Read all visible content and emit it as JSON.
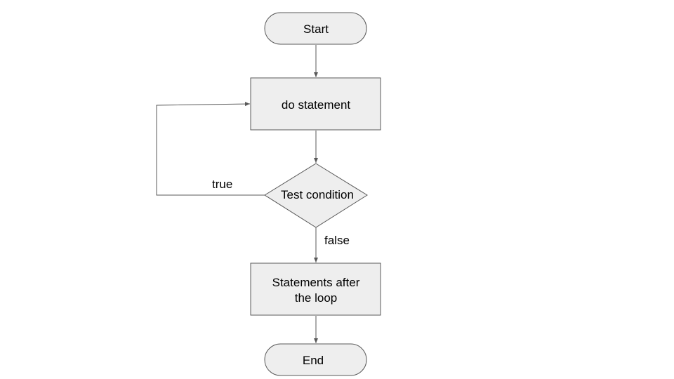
{
  "diagram": {
    "nodes": {
      "start": {
        "label": "Start"
      },
      "do_statement": {
        "label": "do statement"
      },
      "test_condition": {
        "label": "Test condition"
      },
      "after_loop": {
        "label_line1": "Statements after",
        "label_line2": "the loop"
      },
      "end": {
        "label": "End"
      }
    },
    "edges": {
      "true_label": "true",
      "false_label": "false"
    }
  },
  "colors": {
    "node_fill": "#eeeeee",
    "node_stroke": "#595959",
    "text": "#000000"
  }
}
